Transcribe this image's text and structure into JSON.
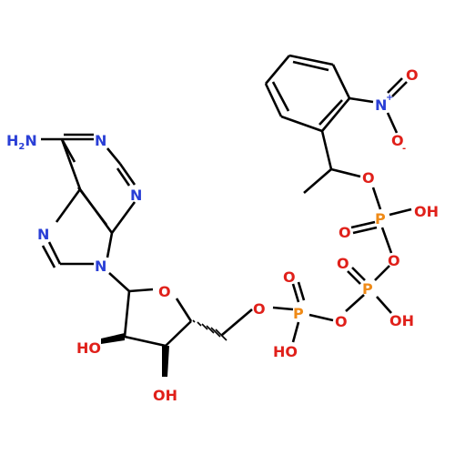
{
  "atoms": {
    "n_amine_h2": "H2N",
    "n_pur1": "N",
    "n_pur3": "N",
    "n_pur7": "N",
    "n_pur9": "N",
    "o_ring": "O",
    "o_ho2": "HO",
    "o_ho3": "OH",
    "o_c5": "O",
    "p_alpha": "P",
    "p_alpha_o": "O",
    "p_alpha_oh": "HO",
    "o_bridge1": "O",
    "p_beta": "P",
    "p_beta_o": "O",
    "p_beta_oh": "OH",
    "o_bridge2": "O",
    "p_gamma": "P",
    "p_gamma_o": "O",
    "p_gamma_oh": "OH",
    "o_ester": "O",
    "n_nitro": "N",
    "n_nitro_charge": "+",
    "o_nitro_top": "O",
    "o_nitro_bot": "O",
    "o_nitro_charge": "-"
  },
  "colors": {
    "bond": "#000000",
    "carbon": "#000000",
    "nitrogen": "#2a3fd6",
    "oxygen": "#e0201a",
    "phosphorus": "#ef8a17"
  }
}
